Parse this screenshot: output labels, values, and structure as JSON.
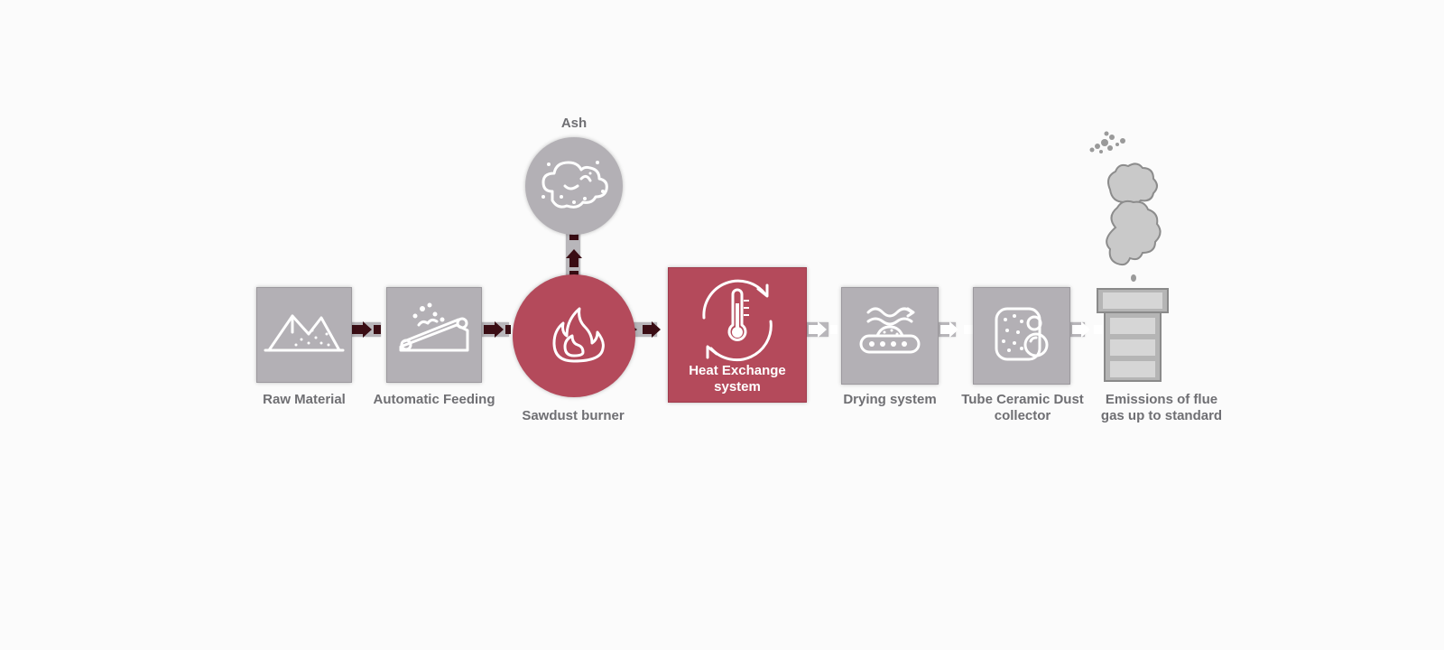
{
  "nodes": {
    "raw_material": {
      "label": "Raw Material",
      "icon": "sand-pile-icon"
    },
    "automatic_feeding": {
      "label": "Automatic Feeding",
      "icon": "conveyor-feeder-icon"
    },
    "sawdust_burner": {
      "label": "Sawdust burner",
      "icon": "flame-icon"
    },
    "ash": {
      "label": "Ash",
      "icon": "ash-cloud-icon"
    },
    "heat_exchange": {
      "label": "Heat Exchange\nsystem",
      "icon": "thermometer-cycle-icon"
    },
    "drying_system": {
      "label": "Drying system",
      "icon": "conveyor-dryer-icon"
    },
    "dust_collector": {
      "label": "Tube Ceramic Dust\ncollector",
      "icon": "ceramic-filter-icon"
    },
    "emissions": {
      "label": "Emissions of flue\ngas up to standard",
      "icon": "chimney-smoke-icon"
    }
  },
  "colors": {
    "node_gray": "#b3b0b5",
    "node_accent": "#b44a5b",
    "arrow_dark": "#3a0d14",
    "arrow_light": "#ffffff",
    "label_text": "#6f6f73"
  }
}
